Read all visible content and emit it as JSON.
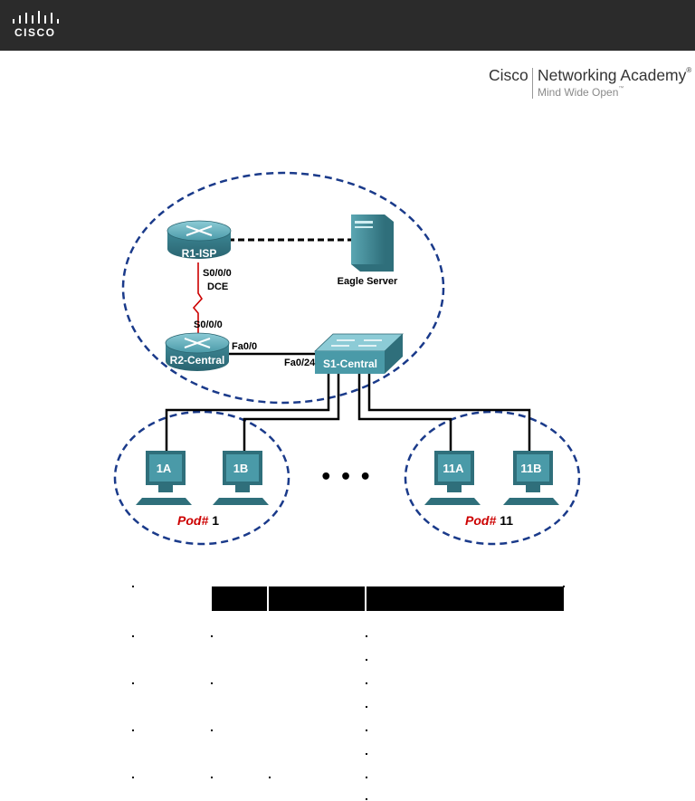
{
  "header": {
    "logo_text": "CISCO",
    "brand": "Cisco",
    "product": "Networking Academy",
    "product_mark": "®",
    "tagline": "Mind Wide Open",
    "tagline_mark": "™"
  },
  "diagram": {
    "devices": {
      "r1": "R1-ISP",
      "r2": "R2-Central",
      "s1": "S1-Central",
      "server": "Eagle Server"
    },
    "interfaces": {
      "r1_serial": "S0/0/0",
      "r1_dce": "DCE",
      "r2_serial": "S0/0/0",
      "r2_fa": "Fa0/0",
      "s1_fa": "Fa0/24"
    },
    "pcs": [
      "1A",
      "1B",
      "11A",
      "11B"
    ],
    "pods": [
      {
        "prefix": "Pod#",
        "num": "1"
      },
      {
        "prefix": "Pod#",
        "num": "11"
      }
    ],
    "ellipsis": "• • •"
  },
  "colors": {
    "dashed_border": "#1a3a8a",
    "device_teal": "#4a9aa8",
    "serial_link": "#cc0000",
    "pod_red": "#cc0000"
  }
}
